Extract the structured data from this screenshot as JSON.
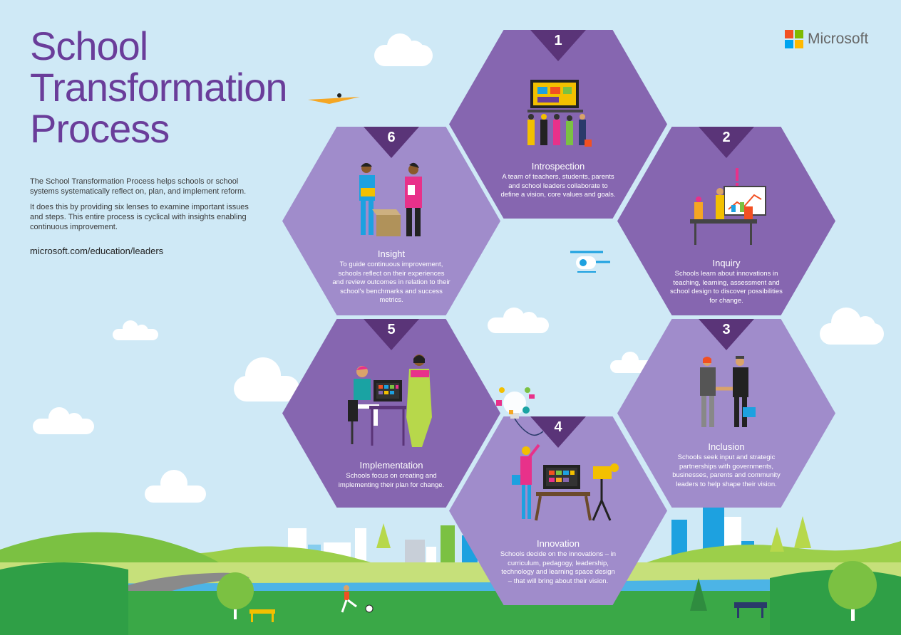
{
  "title_lines": [
    "School",
    "Transformation",
    "Process"
  ],
  "intro": [
    "The School Transformation Process helps schools or school systems systematically reflect on, plan, and implement reform.",
    "It does this by providing six lenses to examine important issues and steps. This entire process is cyclical with insights enabling continuous improvement."
  ],
  "url": "microsoft.com/education/leaders",
  "brand": {
    "name": "Microsoft",
    "colors": [
      "#f25022",
      "#7fba00",
      "#00a4ef",
      "#ffb900"
    ]
  },
  "steps": [
    {
      "number": "1",
      "title": "Introspection",
      "description": "A team of teachers, students, parents and school leaders collaborate to define a vision, core values and goals."
    },
    {
      "number": "2",
      "title": "Inquiry",
      "description": "Schools learn about innovations in teaching, learning, assessment and school design to discover possibilities for change."
    },
    {
      "number": "3",
      "title": "Inclusion",
      "description": "Schools seek input and strategic partnerships with governments, businesses, parents and community leaders to help shape their vision."
    },
    {
      "number": "4",
      "title": "Innovation",
      "description": "Schools decide on the innovations – in curriculum, pedagogy, leadership, technology and learning space design – that will bring about their vision."
    },
    {
      "number": "5",
      "title": "Implementation",
      "description": "Schools focus on creating and implementing their plan for change."
    },
    {
      "number": "6",
      "title": "Insight",
      "description": "To guide continuous improvement, schools reflect on their experiences and review outcomes in relation to their school's benchmarks and success metrics."
    }
  ],
  "colors": {
    "title": "#6a3d9a",
    "hex_dark": "#8666b0",
    "hex_light": "#a08ccb",
    "sky": "#cfe9f6",
    "grass": "#7bc142"
  }
}
